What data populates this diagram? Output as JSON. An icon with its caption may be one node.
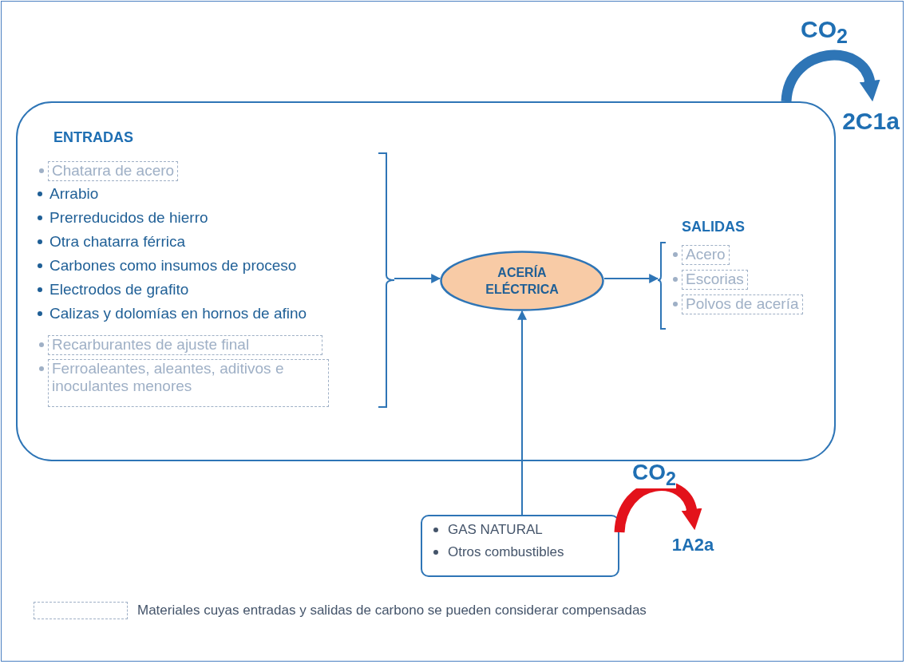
{
  "diagram": {
    "nodes": [
      {
        "text": [],
        "shape": "box"
      },
      {
        "text": [
          "ENTRADAS",
          "Arrabio",
          "Prerreducidos de hierro",
          "Otra chatarra férrica",
          "Carbones como insumos de proceso",
          "Electrodos de grafito",
          "Calizas y dolomías en hornos de afino"
        ],
        "in": 0
      },
      {
        "text": [
          "Chatarra de acero"
        ],
        "in": 1
      },
      {
        "text": [
          "Recarburantes de ajuste final"
        ],
        "in": 1
      },
      {
        "text": [
          "Ferroaleantes, aleantes, aditivos e inoculantes menores"
        ],
        "in": 1
      },
      {
        "text": [
          "ACERÍA ELÉCTRICA"
        ],
        "in": 0
      },
      {
        "text": [
          "SALIDAS"
        ],
        "in": 0
      },
      {
        "text": [
          "Acero"
        ],
        "in": 6
      },
      {
        "text": [
          "Escorias"
        ],
        "in": 6
      },
      {
        "text": [
          "Polvos de acería"
        ],
        "in": 0
      },
      {
        "text": [
          "GAS NATURAL",
          "Otros combustibles"
        ]
      },
      {
        "text": [
          "2C1a"
        ]
      },
      {
        "text": [
          "1A2a"
        ]
      }
    ],
    "edges": [
      {
        "from": 1,
        "to": 5,
        "arrow": "to"
      },
      {
        "from": 5,
        "to": 6,
        "arrow": "to"
      },
      {
        "from": 10,
        "to": 5,
        "arrow": "to"
      },
      {
        "from": 0,
        "to": 11,
        "arrow": "to",
        "label": "CO$_{2}$",
        "style": "thick"
      },
      {
        "from": 10,
        "to": 12,
        "arrow": "to",
        "label": "CO$_{2}$",
        "style": "thick",
        "color": "#e3121b"
      }
    ],
    "legend": [
      {
        "text": "Materiales cuyas entradas y salidas de carbono se pueden considerar compensadas"
      }
    ]
  }
}
